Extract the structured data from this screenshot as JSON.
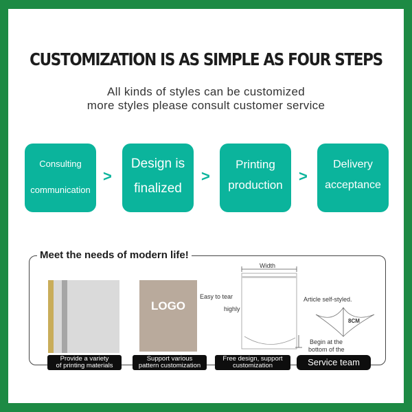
{
  "headline": "CUSTOMIZATION IS AS SIMPLE AS FOUR STEPS",
  "subtitle_lines": [
    "All kinds of styles can be customized",
    "more styles please consult customer service"
  ],
  "steps": [
    {
      "line1": "Consulting",
      "line2": "communication"
    },
    {
      "line1": "Design is",
      "line2": "finalized"
    },
    {
      "line1": "Printing",
      "line2": "production"
    },
    {
      "line1": "Delivery",
      "line2": "acceptance"
    }
  ],
  "arrow": ">",
  "section_title": "Meet the needs of modern life!",
  "samples": {
    "logo_text": "LOGO",
    "diagram": {
      "width_label": "Width",
      "tear_label": "Easy to tear",
      "height_label": "highly",
      "article_label": "Article self-styled.",
      "size_label": "8CM",
      "bottom_label_1": "Begin at the",
      "bottom_label_2": "bottom of the"
    }
  },
  "labels": [
    {
      "line1": "Provide a variety",
      "line2": "of printing materials"
    },
    {
      "line1": "Support various",
      "line2": "pattern customization"
    },
    {
      "line1": "Free design, support",
      "line2": "customization"
    },
    {
      "line1": "Service team",
      "line2": ""
    }
  ],
  "colors": {
    "border_green": "#1d8a44",
    "teal": "#0bb49c",
    "logo_tile": "#b9aa9c",
    "material_gold": "#c9ad5a"
  }
}
